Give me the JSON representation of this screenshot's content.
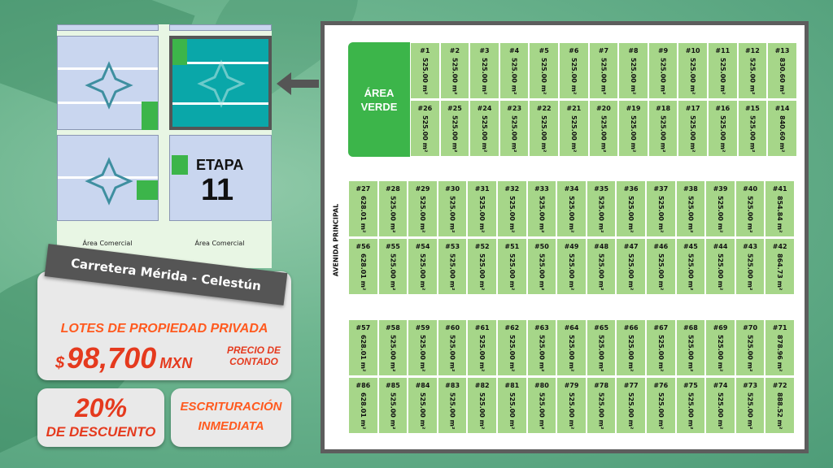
{
  "mini_plan": {
    "etapa_label": "ETAPA",
    "etapa_number": "11",
    "commercial_left": "Área Comercial",
    "commercial_right": "Área Comercial"
  },
  "road_banner": "Carretera Mérida - Celestún",
  "offer": {
    "headline": "LOTES DE PROPIEDAD PRIVADA",
    "currency_symbol": "$",
    "price": "98,700",
    "currency": "MXN",
    "price_note_line1": "PRECIO DE",
    "price_note_line2": "CONTADO",
    "discount_percent": "20%",
    "discount_label": "DE DESCUENTO",
    "deed_line1": "ESCRITURACIÓN",
    "deed_line2": "INMEDIATA"
  },
  "plan": {
    "green_area_line1": "ÁREA",
    "green_area_line2": "VERDE",
    "avenue_label": "AVENIDA PRINCIPAL",
    "colors": {
      "lot": "#a6d689",
      "green_area": "#3cb54a",
      "frame": "#5d5d5d",
      "accent_orange": "#ff5a1f"
    },
    "rows": [
      {
        "lots": [
          {
            "n": "#1",
            "a": "525.00 m²"
          },
          {
            "n": "#2",
            "a": "525.00 m²"
          },
          {
            "n": "#3",
            "a": "525.00 m²"
          },
          {
            "n": "#4",
            "a": "525.00 m²"
          },
          {
            "n": "#5",
            "a": "525.00 m²"
          },
          {
            "n": "#6",
            "a": "525.00 m²"
          },
          {
            "n": "#7",
            "a": "525.00 m²"
          },
          {
            "n": "#8",
            "a": "525.00 m²"
          },
          {
            "n": "#9",
            "a": "525.00 m²"
          },
          {
            "n": "#10",
            "a": "525.00 m²"
          },
          {
            "n": "#11",
            "a": "525.00 m²"
          },
          {
            "n": "#12",
            "a": "525.00 m²"
          },
          {
            "n": "#13",
            "a": "830.60 m²"
          }
        ]
      },
      {
        "lots": [
          {
            "n": "#26",
            "a": "525.00 m²"
          },
          {
            "n": "#25",
            "a": "525.00 m²"
          },
          {
            "n": "#24",
            "a": "525.00 m²"
          },
          {
            "n": "#23",
            "a": "525.00 m²"
          },
          {
            "n": "#22",
            "a": "525.00 m²"
          },
          {
            "n": "#21",
            "a": "525.00 m²"
          },
          {
            "n": "#20",
            "a": "525.00 m²"
          },
          {
            "n": "#19",
            "a": "525.00 m²"
          },
          {
            "n": "#18",
            "a": "525.00 m²"
          },
          {
            "n": "#17",
            "a": "525.00 m²"
          },
          {
            "n": "#16",
            "a": "525.00 m²"
          },
          {
            "n": "#15",
            "a": "525.00 m²"
          },
          {
            "n": "#14",
            "a": "840.60 m²"
          }
        ]
      },
      {
        "lots": [
          {
            "n": "#27",
            "a": "628.01 m²"
          },
          {
            "n": "#28",
            "a": "525.00 m²"
          },
          {
            "n": "#29",
            "a": "525.00 m²"
          },
          {
            "n": "#30",
            "a": "525.00 m²"
          },
          {
            "n": "#31",
            "a": "525.00 m²"
          },
          {
            "n": "#32",
            "a": "525.00 m²"
          },
          {
            "n": "#33",
            "a": "525.00 m²"
          },
          {
            "n": "#34",
            "a": "525.00 m²"
          },
          {
            "n": "#35",
            "a": "525.00 m²"
          },
          {
            "n": "#36",
            "a": "525.00 m²"
          },
          {
            "n": "#37",
            "a": "525.00 m²"
          },
          {
            "n": "#38",
            "a": "525.00 m²"
          },
          {
            "n": "#39",
            "a": "525.00 m²"
          },
          {
            "n": "#40",
            "a": "525.00 m²"
          },
          {
            "n": "#41",
            "a": "854.84 m²"
          }
        ]
      },
      {
        "lots": [
          {
            "n": "#56",
            "a": "628.01 m²"
          },
          {
            "n": "#55",
            "a": "525.00 m²"
          },
          {
            "n": "#54",
            "a": "525.00 m²"
          },
          {
            "n": "#53",
            "a": "525.00 m²"
          },
          {
            "n": "#52",
            "a": "525.00 m²"
          },
          {
            "n": "#51",
            "a": "525.00 m²"
          },
          {
            "n": "#50",
            "a": "525.00 m²"
          },
          {
            "n": "#49",
            "a": "525.00 m²"
          },
          {
            "n": "#48",
            "a": "525.00 m²"
          },
          {
            "n": "#47",
            "a": "525.00 m²"
          },
          {
            "n": "#46",
            "a": "525.00 m²"
          },
          {
            "n": "#45",
            "a": "525.00 m²"
          },
          {
            "n": "#44",
            "a": "525.00 m²"
          },
          {
            "n": "#43",
            "a": "525.00 m²"
          },
          {
            "n": "#42",
            "a": "864.73 m²"
          }
        ]
      },
      {
        "lots": [
          {
            "n": "#57",
            "a": "628.01 m²"
          },
          {
            "n": "#58",
            "a": "525.00 m²"
          },
          {
            "n": "#59",
            "a": "525.00 m²"
          },
          {
            "n": "#60",
            "a": "525.00 m²"
          },
          {
            "n": "#61",
            "a": "525.00 m²"
          },
          {
            "n": "#62",
            "a": "525.00 m²"
          },
          {
            "n": "#63",
            "a": "525.00 m²"
          },
          {
            "n": "#64",
            "a": "525.00 m²"
          },
          {
            "n": "#65",
            "a": "525.00 m²"
          },
          {
            "n": "#66",
            "a": "525.00 m²"
          },
          {
            "n": "#67",
            "a": "525.00 m²"
          },
          {
            "n": "#68",
            "a": "525.00 m²"
          },
          {
            "n": "#69",
            "a": "525.00 m²"
          },
          {
            "n": "#70",
            "a": "525.00 m²"
          },
          {
            "n": "#71",
            "a": "878.96 m²"
          }
        ]
      },
      {
        "lots": [
          {
            "n": "#86",
            "a": "628.01 m²"
          },
          {
            "n": "#85",
            "a": "525.00 m²"
          },
          {
            "n": "#84",
            "a": "525.00 m²"
          },
          {
            "n": "#83",
            "a": "525.00 m²"
          },
          {
            "n": "#82",
            "a": "525.00 m²"
          },
          {
            "n": "#81",
            "a": "525.00 m²"
          },
          {
            "n": "#80",
            "a": "525.00 m²"
          },
          {
            "n": "#79",
            "a": "525.00 m²"
          },
          {
            "n": "#78",
            "a": "525.00 m²"
          },
          {
            "n": "#77",
            "a": "525.00 m²"
          },
          {
            "n": "#76",
            "a": "525.00 m²"
          },
          {
            "n": "#75",
            "a": "525.00 m²"
          },
          {
            "n": "#74",
            "a": "525.00 m²"
          },
          {
            "n": "#73",
            "a": "525.00 m²"
          },
          {
            "n": "#72",
            "a": "888.52 m²"
          }
        ]
      }
    ]
  }
}
